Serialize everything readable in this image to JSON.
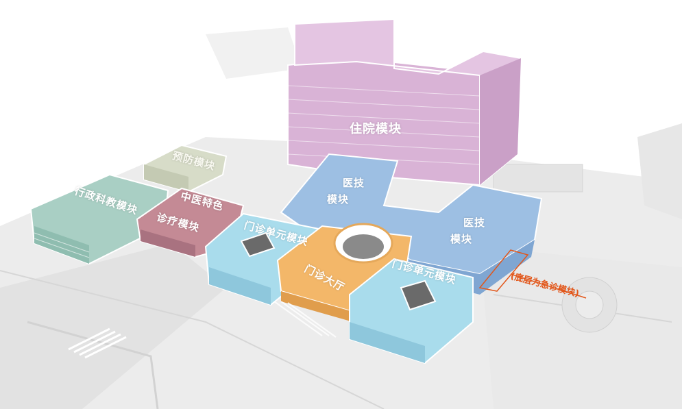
{
  "colors": {
    "inpatient": "#d9b3d6",
    "medtech": "#9dbfe3",
    "outpatient_unit": "#a9dcec",
    "lobby": "#f3b769",
    "admin": "#a9cfc4",
    "tcm": "#c48a95",
    "preventive": "#d7dcc8",
    "emergency_tag": "#e2571b"
  },
  "labels": {
    "inpatient": "住院模块",
    "medtech_left_1": "医技",
    "medtech_left_2": "模块",
    "medtech_right_1": "医技",
    "medtech_right_2": "模块",
    "outpatient_left": "门诊单元模块",
    "outpatient_right": "门诊单元模块",
    "lobby": "门诊大厅",
    "admin": "行政科教模块",
    "tcm_1": "中医特色",
    "tcm_2": "诊疗模块",
    "preventive": "预防模块",
    "emergency": "(底层为急诊模块)"
  }
}
